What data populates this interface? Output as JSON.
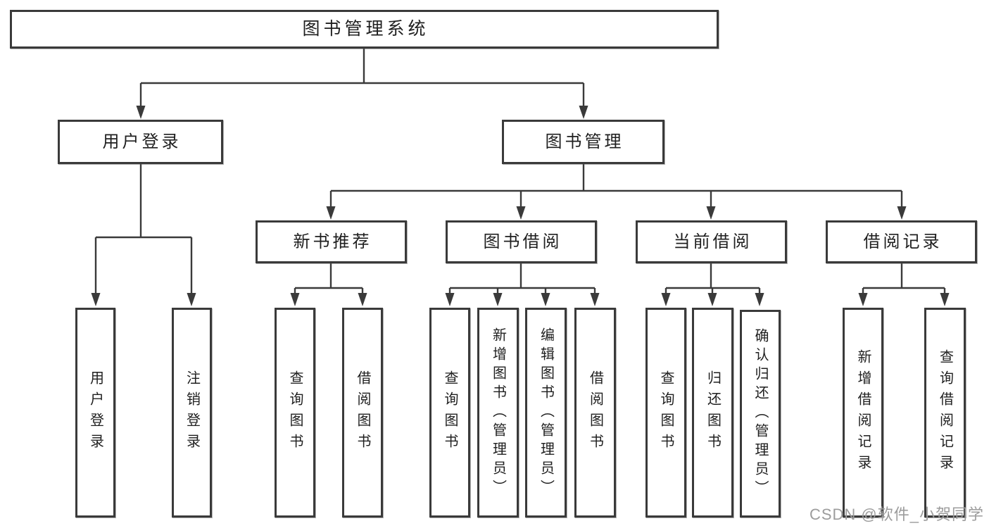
{
  "colors": {
    "background": "#ffffff",
    "line": "#3a3a3a",
    "box_border": "#3a3a3a",
    "text": "#1f1f1f",
    "watermark": "#9c9c9c"
  },
  "tree": {
    "root": "图书管理系统",
    "branches": [
      {
        "label": "用户登录",
        "children": [
          "用户登录",
          "注销登录"
        ]
      },
      {
        "label": "图书管理",
        "modules": [
          {
            "label": "新书推荐",
            "children": [
              "查询图书",
              "借阅图书"
            ]
          },
          {
            "label": "图书借阅",
            "children": [
              "查询图书",
              "新增图书（管理员）",
              "编辑图书（管理员）",
              "借阅图书"
            ]
          },
          {
            "label": "当前借阅",
            "children": [
              "查询图书",
              "归还图书",
              "确认归还（管理员）"
            ]
          },
          {
            "label": "借阅记录",
            "children": [
              "新增借阅记录",
              "查询借阅记录"
            ]
          }
        ]
      }
    ]
  },
  "watermark": "CSDN @软件_小贺同学"
}
